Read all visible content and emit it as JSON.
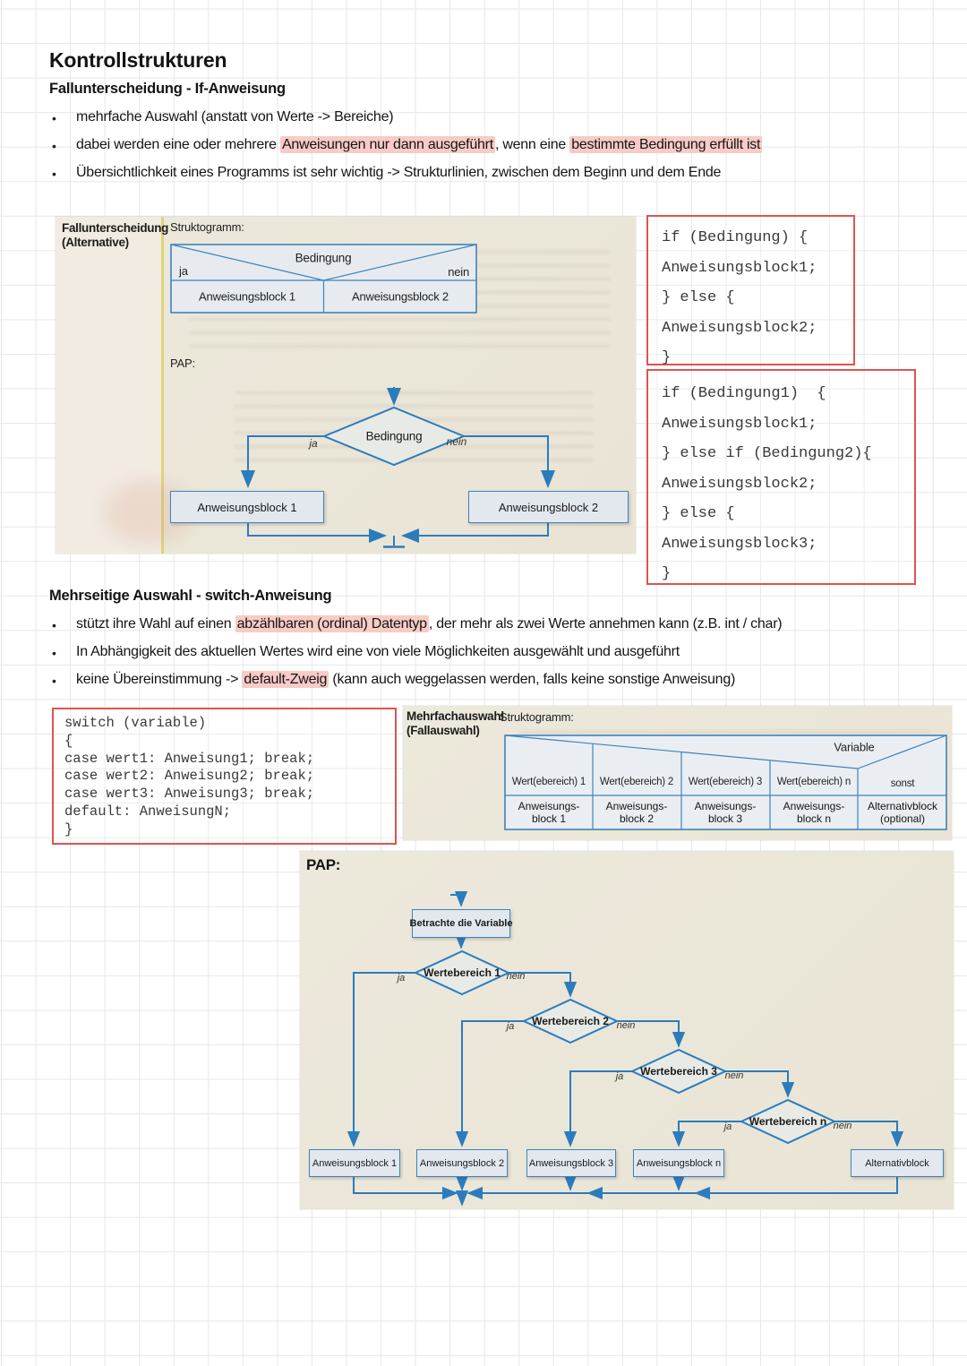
{
  "title": "Kontrollstrukturen",
  "if_section": {
    "heading": "Fallunterscheidung - If-Anweisung",
    "bullet1": "mehrfache Auswahl (anstatt von Werte -> Bereiche)",
    "bullet2": {
      "pre": "dabei werden eine oder mehrere ",
      "hl1": "Anweisungen nur dann ausgeführt",
      "mid": ", wenn eine ",
      "hl2": "bestimmte Bedingung erfüllt ist"
    },
    "bullet3": "Übersichtlichkeit eines Programms ist sehr wichtig -> Strukturlinien, zwischen dem Beginn und dem Ende"
  },
  "fig_if": {
    "label_line1": "Fallunterscheidung",
    "label_line2": "(Alternative)",
    "struktogramm_label": "Struktogramm:",
    "pap_label": "PAP:",
    "condition": "Bedingung",
    "yes": "ja",
    "no": "nein",
    "block1": "Anweisungsblock 1",
    "block2": "Anweisungsblock 2"
  },
  "code_if": {
    "lines": [
      "if (Bedingung) {",
      "Anweisungsblock1;",
      "} else {",
      "Anweisungsblock2;",
      "}"
    ]
  },
  "code_if_else": {
    "lines": [
      "if (Bedingung1)  {",
      "Anweisungsblock1;",
      "} else if (Bedingung2){",
      "Anweisungsblock2;",
      "} else {",
      "Anweisungsblock3;",
      "}"
    ]
  },
  "switch_section": {
    "heading": "Mehrseitige Auswahl - switch-Anweisung",
    "bullet1": {
      "pre": "stützt ihre Wahl auf einen ",
      "hl": "abzählbaren (ordinal) Datentyp",
      "post": ", der mehr als zwei Werte annehmen kann (z.B. int / char)"
    },
    "bullet2": "In Abhängigkeit des aktuellen Wertes wird eine von viele Möglichkeiten ausgewählt und ausgeführt",
    "bullet3": {
      "pre": "keine Übereinstimmung -> ",
      "hl": "default-Zweig",
      "post": " (kann auch weggelassen werden, falls keine sonstige Anweisung)"
    }
  },
  "code_switch": {
    "lines": [
      "switch (variable)",
      "{",
      "case wert1: Anweisung1; break;",
      "case wert2: Anweisung2; break;",
      "case wert3: Anweisung3; break;",
      "default: AnweisungN;",
      "}"
    ]
  },
  "fig_switch": {
    "label_line1": "Mehrfachauswahl",
    "label_line2": "(Fallauswahl)",
    "struktogramm_label": "Struktogramm:",
    "variable": "Variable",
    "columns": [
      {
        "value": "Wert(ebereich) 1",
        "block_line1": "Anweisungs-",
        "block_line2": "block 1"
      },
      {
        "value": "Wert(ebereich) 2",
        "block_line1": "Anweisungs-",
        "block_line2": "block 2"
      },
      {
        "value": "Wert(ebereich) 3",
        "block_line1": "Anweisungs-",
        "block_line2": "block 3"
      },
      {
        "value": "Wert(ebereich) n",
        "block_line1": "Anweisungs-",
        "block_line2": "block n"
      },
      {
        "value": "sonst",
        "block_line1": "Alternativblock",
        "block_line2": "(optional)"
      }
    ]
  },
  "fig_pap": {
    "pap_label": "PAP:",
    "start_box": "Betrachte die Variable",
    "yes": "ja",
    "no": "nein",
    "diamonds": [
      "Wertebereich 1",
      "Wertebereich 2",
      "Wertebereich 3",
      "Wertebereich n"
    ],
    "boxes": [
      "Anweisungsblock 1",
      "Anweisungsblock 2",
      "Anweisungsblock 3",
      "Anweisungsblock n",
      "Alternativblock"
    ]
  },
  "colors": {
    "flow_blue": "#2b7cbd",
    "code_border_red": "#de5450",
    "highlight_pink": "#f8cbc6",
    "scan_beige": "#ebe7da"
  }
}
